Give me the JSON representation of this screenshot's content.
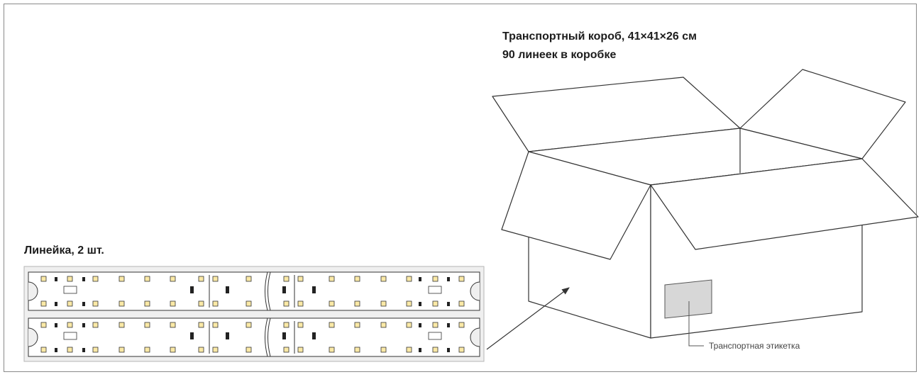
{
  "box": {
    "title": "Транспортный короб, 41×41×26 см",
    "quantity_text": "90 линеек в коробке"
  },
  "strip": {
    "title": "Линейка, 2 шт."
  },
  "label": {
    "caption": "Транспортная этикетка"
  },
  "colors": {
    "frame": "#8a8a8a",
    "led": "#fbe9a6",
    "label_fill": "#d7d7d7",
    "strip_panel": "#efefef"
  }
}
